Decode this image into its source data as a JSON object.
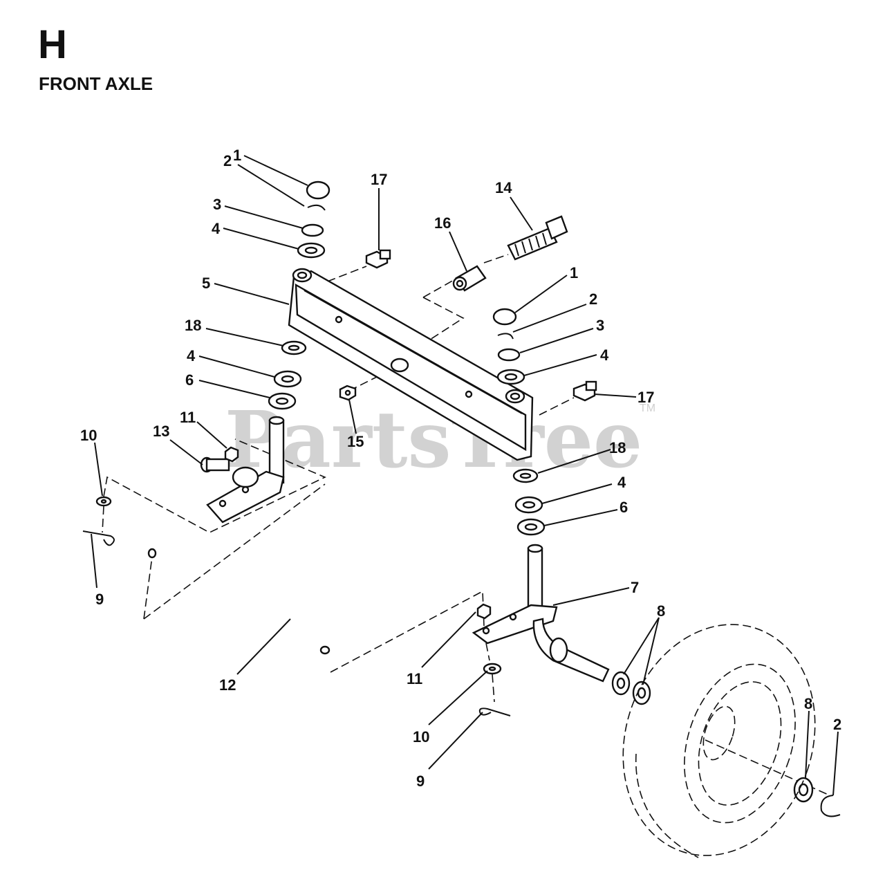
{
  "header": {
    "section_letter": "H",
    "section_title": "FRONT AXLE"
  },
  "watermark": {
    "text": "PartsTree",
    "tm": "TM"
  },
  "callouts": [
    {
      "id": "c1a",
      "label": "1"
    },
    {
      "id": "c2a",
      "label": "2"
    },
    {
      "id": "c3a",
      "label": "3"
    },
    {
      "id": "c4a",
      "label": "4"
    },
    {
      "id": "c5",
      "label": "5"
    },
    {
      "id": "c18a",
      "label": "18"
    },
    {
      "id": "c4b",
      "label": "4"
    },
    {
      "id": "c6a",
      "label": "6"
    },
    {
      "id": "c17a",
      "label": "17"
    },
    {
      "id": "c16",
      "label": "16"
    },
    {
      "id": "c14",
      "label": "14"
    },
    {
      "id": "c1b",
      "label": "1"
    },
    {
      "id": "c2b",
      "label": "2"
    },
    {
      "id": "c3b",
      "label": "3"
    },
    {
      "id": "c4c",
      "label": "4"
    },
    {
      "id": "c17b",
      "label": "17"
    },
    {
      "id": "c15",
      "label": "15"
    },
    {
      "id": "c18b",
      "label": "18"
    },
    {
      "id": "c4d",
      "label": "4"
    },
    {
      "id": "c6b",
      "label": "6"
    },
    {
      "id": "c10a",
      "label": "10"
    },
    {
      "id": "c13",
      "label": "13"
    },
    {
      "id": "c11a",
      "label": "11"
    },
    {
      "id": "c9a",
      "label": "9"
    },
    {
      "id": "c12",
      "label": "12"
    },
    {
      "id": "c7",
      "label": "7"
    },
    {
      "id": "c8a",
      "label": "8"
    },
    {
      "id": "c11b",
      "label": "11"
    },
    {
      "id": "c10b",
      "label": "10"
    },
    {
      "id": "c9b",
      "label": "9"
    },
    {
      "id": "c8b",
      "label": "8"
    },
    {
      "id": "c2c",
      "label": "2"
    }
  ]
}
